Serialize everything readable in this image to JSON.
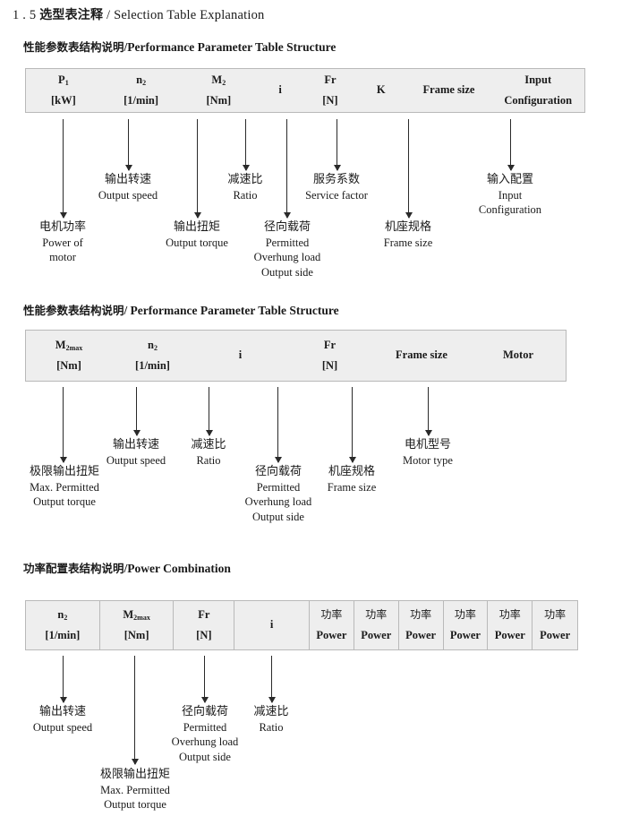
{
  "document": {
    "section_number": "1 . 5",
    "title_cn": "选型表注释",
    "title_sep": "/",
    "title_en": "Selection Table Explanation"
  },
  "sections": [
    {
      "heading_cn": "性能参数表结构说明",
      "heading_sep": "/",
      "heading_en": "Performance Parameter Table Structure",
      "table": {
        "columns": [
          {
            "line1": "P",
            "sub1": "1",
            "line2": "[kW]"
          },
          {
            "line1": "n",
            "sub1": "2",
            "line2": "[1/min]"
          },
          {
            "line1": "M",
            "sub1": "2",
            "line2": "[Nm]"
          },
          {
            "line1": "i",
            "sub1": "",
            "line2": ""
          },
          {
            "line1": "Fr",
            "sub1": "",
            "line2": "[N]"
          },
          {
            "line1": "K",
            "sub1": "",
            "line2": ""
          },
          {
            "line1": "Frame size",
            "sub1": "",
            "line2": ""
          },
          {
            "line1": "Input",
            "sub1": "",
            "line2": "Configuration"
          }
        ]
      },
      "notes": [
        {
          "cn": "电机功率",
          "en": [
            "Power of",
            "motor"
          ]
        },
        {
          "cn": "输出转速",
          "en": [
            "Output speed"
          ]
        },
        {
          "cn": "输出扭矩",
          "en": [
            "Output torque"
          ]
        },
        {
          "cn": "减速比",
          "en": [
            "Ratio"
          ]
        },
        {
          "cn": "径向载荷",
          "en": [
            "Permitted",
            "Overhung load",
            "Output side"
          ]
        },
        {
          "cn": "服务系数",
          "en": [
            "Service factor"
          ]
        },
        {
          "cn": "机座规格",
          "en": [
            "Frame size"
          ]
        },
        {
          "cn": "输入配置",
          "en": [
            "Input",
            "Configuration"
          ]
        }
      ]
    },
    {
      "heading_cn": "性能参数表结构说明",
      "heading_sep": "/",
      "heading_en": "Performance Parameter Table Structure",
      "table": {
        "columns": [
          {
            "line1": "M",
            "sub1": "2max",
            "line2": "[Nm]"
          },
          {
            "line1": "n",
            "sub1": "2",
            "line2": "[1/min]"
          },
          {
            "line1": "i",
            "sub1": "",
            "line2": ""
          },
          {
            "line1": "Fr",
            "sub1": "",
            "line2": "[N]"
          },
          {
            "line1": "Frame size",
            "sub1": "",
            "line2": ""
          },
          {
            "line1": "Motor",
            "sub1": "",
            "line2": ""
          }
        ]
      },
      "notes": [
        {
          "cn": "极限输出扭矩",
          "en": [
            "Max. Permitted",
            "Output  torque"
          ]
        },
        {
          "cn": "输出转速",
          "en": [
            "Output speed"
          ]
        },
        {
          "cn": "减速比",
          "en": [
            "Ratio"
          ]
        },
        {
          "cn": "径向载荷",
          "en": [
            "Permitted",
            "Overhung load",
            "Output side"
          ]
        },
        {
          "cn": "机座规格",
          "en": [
            "Frame size"
          ]
        },
        {
          "cn": "电机型号",
          "en": [
            "Motor type"
          ]
        }
      ]
    },
    {
      "heading_cn": "功率配置表结构说明",
      "heading_sep": "/",
      "heading_en": "Power Combination",
      "table": {
        "columns": [
          {
            "line1": "n",
            "sub1": "2",
            "line2": "[1/min]"
          },
          {
            "line1": "M",
            "sub1": "2max",
            "line2": "[Nm]"
          },
          {
            "line1": "Fr",
            "sub1": "",
            "line2": "[N]"
          },
          {
            "line1": "i",
            "sub1": "",
            "line2": ""
          },
          {
            "cn": "功率",
            "line2": "Power"
          },
          {
            "cn": "功率",
            "line2": "Power"
          },
          {
            "cn": "功率",
            "line2": "Power"
          },
          {
            "cn": "功率",
            "line2": "Power"
          },
          {
            "cn": "功率",
            "line2": "Power"
          },
          {
            "cn": "功率",
            "line2": "Power"
          }
        ]
      },
      "notes": [
        {
          "cn": "输出转速",
          "en": [
            "Output speed"
          ]
        },
        {
          "cn": "极限输出扭矩",
          "en": [
            "Max. Permitted",
            "Output  torque"
          ]
        },
        {
          "cn": "径向载荷",
          "en": [
            "Permitted",
            "Overhung load",
            "Output side"
          ]
        },
        {
          "cn": "减速比",
          "en": [
            "Ratio"
          ]
        }
      ]
    }
  ],
  "colors": {
    "table_fill": "#eeeeee",
    "table_border": "#b9b9b9",
    "ink": "#1a1a1a"
  }
}
